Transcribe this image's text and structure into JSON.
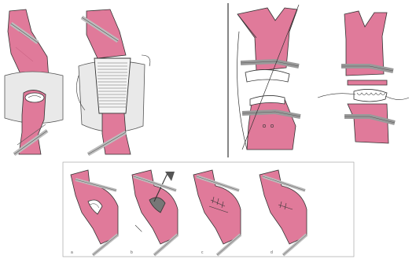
{
  "colors": {
    "vessel": "#e07a9a",
    "vessel_dark": "#c2587a",
    "clamp": "#b7b7b7",
    "clamp_edge": "#6e6e6e",
    "pad": "#e9e9e9",
    "ink": "#333333",
    "background": "#ffffff"
  },
  "panels": {
    "bottom_row": {
      "step_labels": [
        "a",
        "b",
        "c",
        "d"
      ]
    }
  }
}
